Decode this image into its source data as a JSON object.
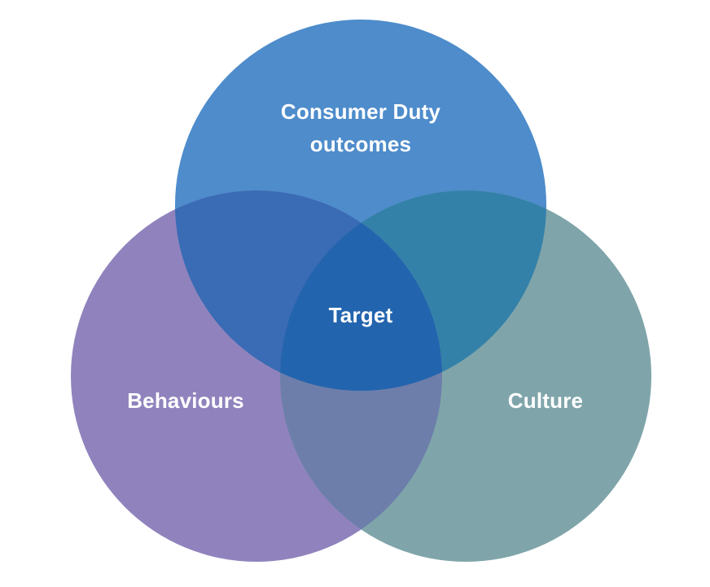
{
  "venn": {
    "type": "venn-diagram",
    "labels": {
      "top_line1": "Consumer Duty",
      "top_line2": "outcomes",
      "left": "Behaviours",
      "right": "Culture",
      "center": "Target"
    },
    "colors": {
      "background": "#ffffff",
      "label_text": "#ffffff",
      "top": "#4e8ccb",
      "left": "#9083bd",
      "right": "#7fa5aa",
      "top_left": "#3a6bb5",
      "top_right": "#3381a9",
      "left_right": "#6d7eab",
      "center": "#2364ae"
    }
  }
}
